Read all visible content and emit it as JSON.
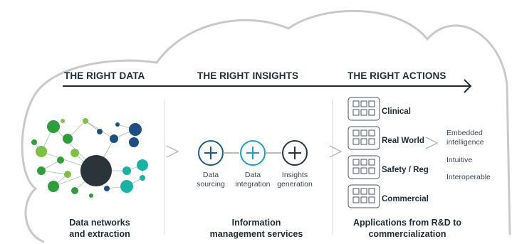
{
  "headers": {
    "data": "THE RIGHT DATA",
    "insights": "THE RIGHT INSIGHTS",
    "actions": "THE RIGHT ACTIONS"
  },
  "services": [
    {
      "line1": "Data",
      "line2": "sourcing",
      "color": "#1d5b8c"
    },
    {
      "line1": "Data",
      "line2": "integration",
      "color": "#1a9fd0"
    },
    {
      "line1": "Insights",
      "line2": "generation",
      "color": "#2b333b"
    }
  ],
  "applications": [
    "Clinical",
    "Real World",
    "Safety / Reg",
    "Commercial"
  ],
  "properties": {
    "embedded_line1": "Embedded",
    "embedded_line2": "intelligence",
    "intuitive": "Intuitive",
    "interoperable": "Interoperable"
  },
  "footers": {
    "networks_line1": "Data networks",
    "networks_line2": "and extraction",
    "info_line1": "Information",
    "info_line2": "management services",
    "apps_line1": "Applications from R&D to",
    "apps_line2": "commercialization"
  },
  "colors": {
    "green": "#2f9e3a",
    "light_green": "#7cc242",
    "teal": "#19b3a5",
    "navy": "#1d4f86",
    "dark": "#2b333b",
    "outline": "#c9c9c9"
  }
}
